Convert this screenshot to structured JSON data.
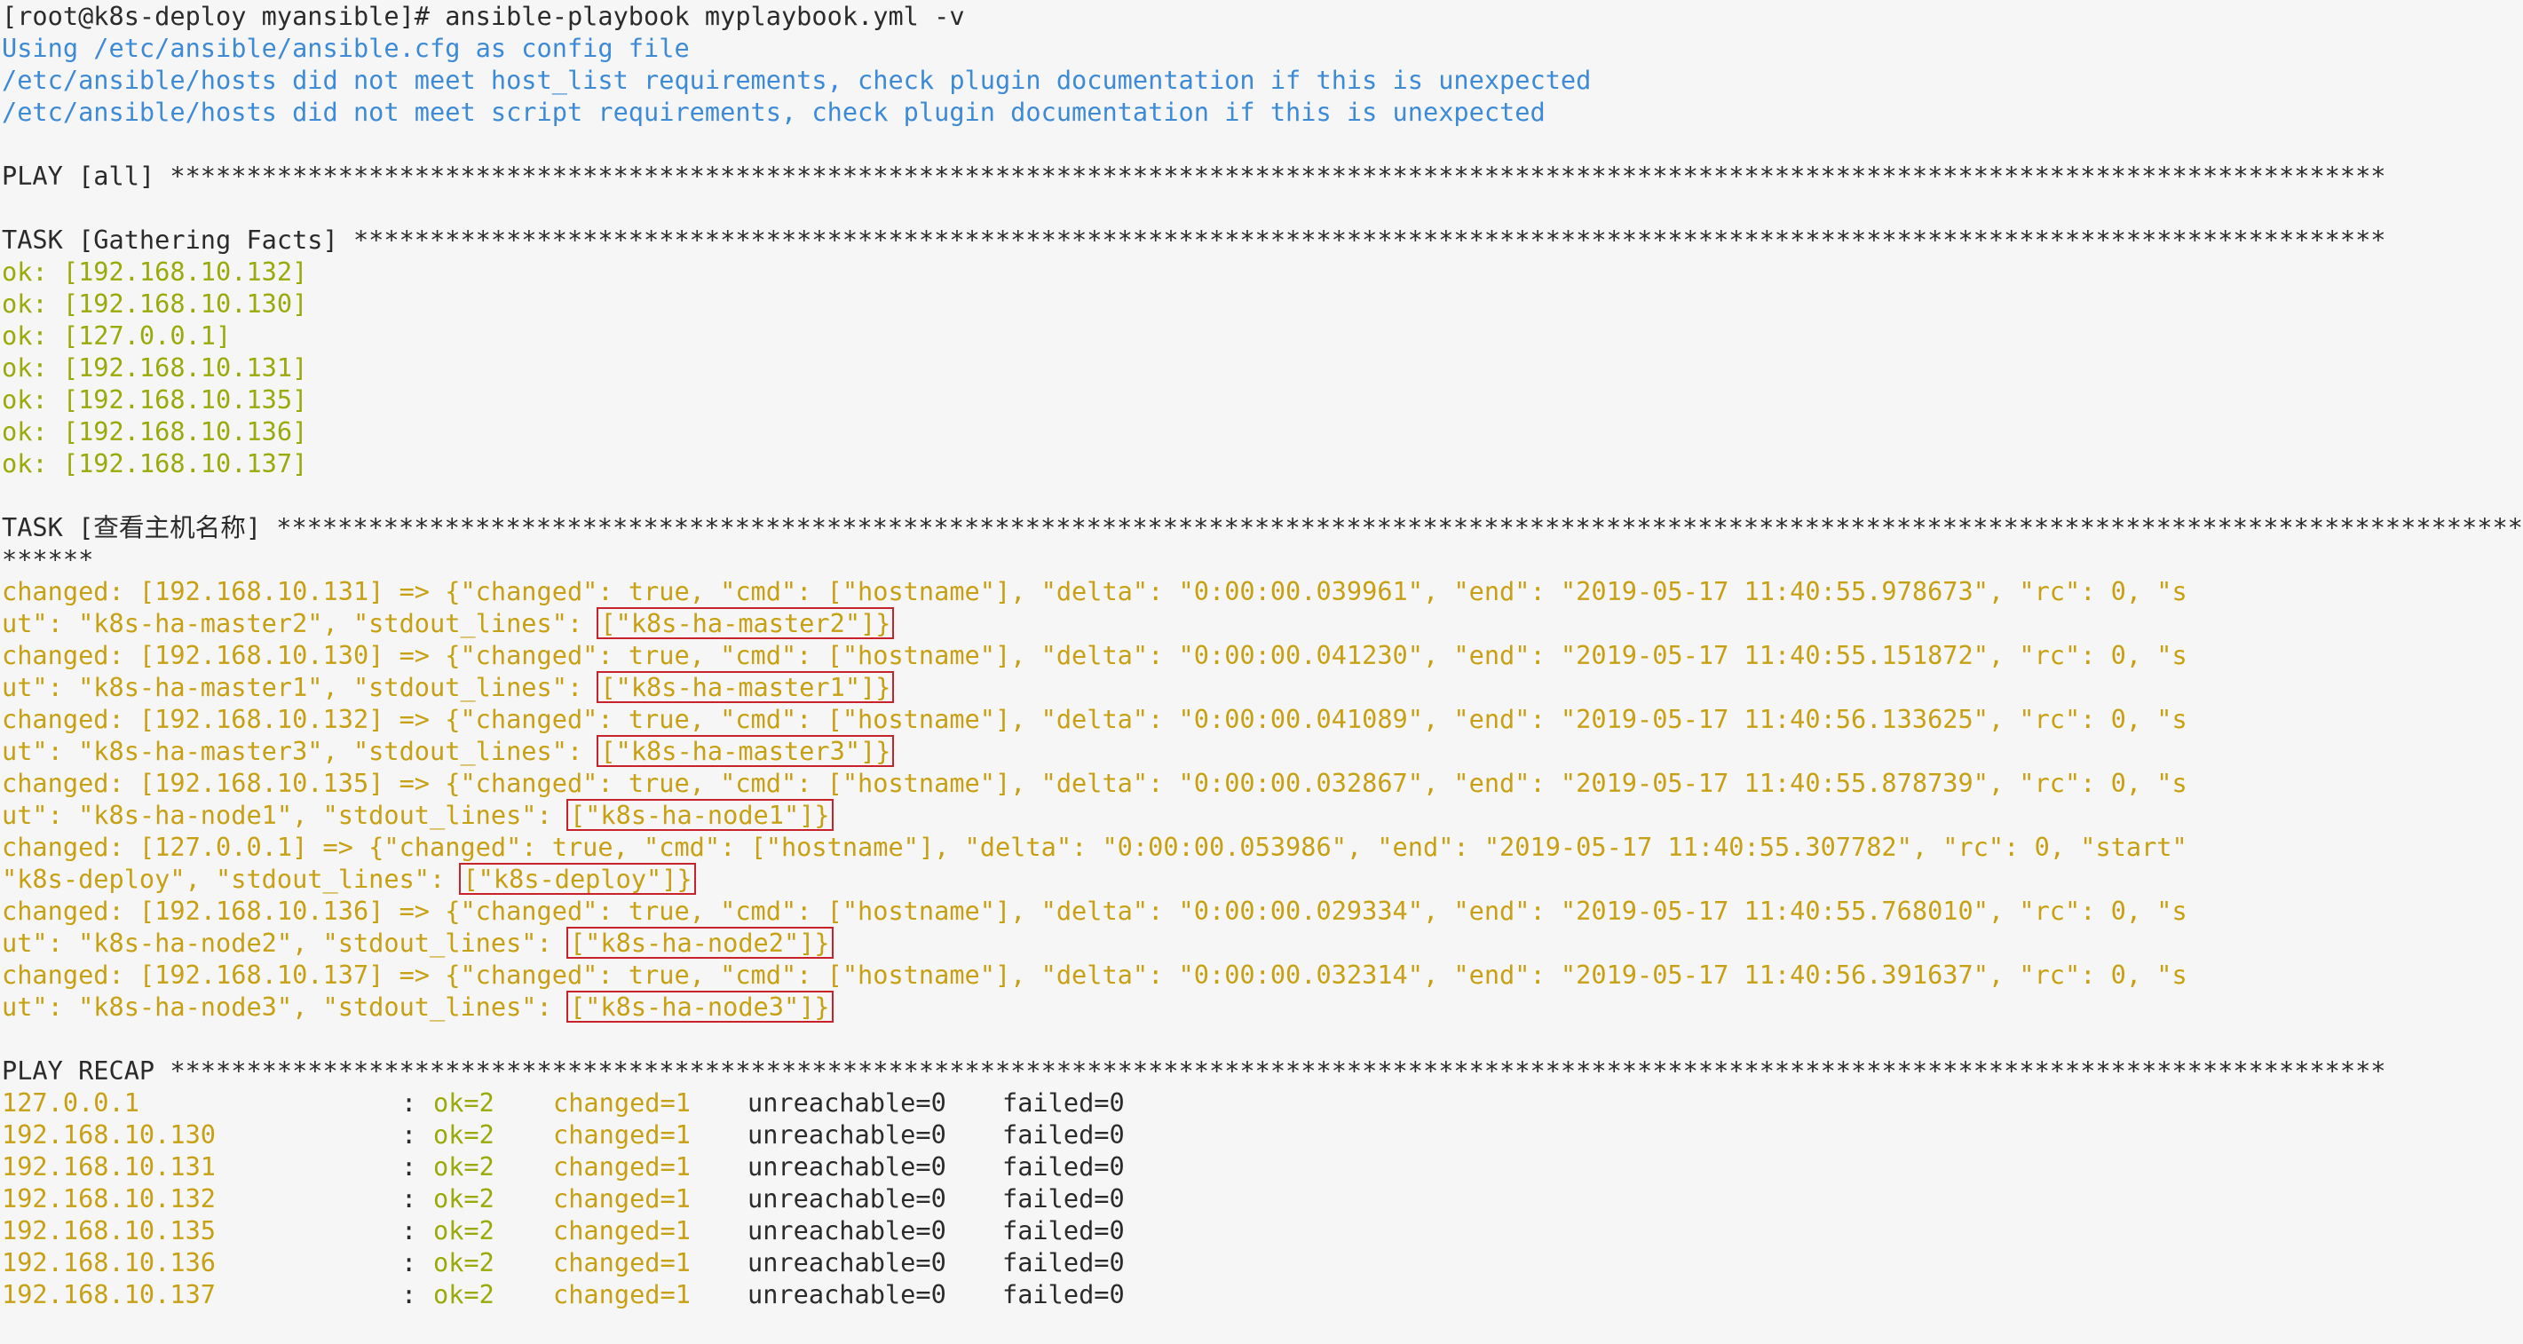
{
  "prompt": {
    "text": "[root@k8s-deploy myansible]# ansible-playbook myplaybook.yml -v"
  },
  "config_lines": [
    "Using /etc/ansible/ansible.cfg as config file",
    "/etc/ansible/hosts did not meet host_list requirements, check plugin documentation if this is unexpected",
    "/etc/ansible/hosts did not meet script requirements, check plugin documentation if this is unexpected"
  ],
  "play_header": "PLAY [all] *************************************************************************************************************************************************",
  "task1_header": "TASK [Gathering Facts] *************************************************************************************************************************************",
  "facts_ok": [
    "ok: [192.168.10.132]",
    "ok: [192.168.10.130]",
    "ok: [127.0.0.1]",
    "ok: [192.168.10.131]",
    "ok: [192.168.10.135]",
    "ok: [192.168.10.136]",
    "ok: [192.168.10.137]"
  ],
  "task2_header": "TASK [查看主机名称] ***************************************************************************************************************************************************",
  "task2_header_cont": "******",
  "changed_results": [
    {
      "line1": "changed: [192.168.10.131] => {\"changed\": true, \"cmd\": [\"hostname\"], \"delta\": \"0:00:00.039961\", \"end\": \"2019-05-17 11:40:55.978673\", \"rc\": 0, \"s",
      "line2_pre": "ut\": \"k8s-ha-master2\", \"stdout_lines\": ",
      "line2_hl": "[\"k8s-ha-master2\"]}"
    },
    {
      "line1": "changed: [192.168.10.130] => {\"changed\": true, \"cmd\": [\"hostname\"], \"delta\": \"0:00:00.041230\", \"end\": \"2019-05-17 11:40:55.151872\", \"rc\": 0, \"s",
      "line2_pre": "ut\": \"k8s-ha-master1\", \"stdout_lines\": ",
      "line2_hl": "[\"k8s-ha-master1\"]}"
    },
    {
      "line1": "changed: [192.168.10.132] => {\"changed\": true, \"cmd\": [\"hostname\"], \"delta\": \"0:00:00.041089\", \"end\": \"2019-05-17 11:40:56.133625\", \"rc\": 0, \"s",
      "line2_pre": "ut\": \"k8s-ha-master3\", \"stdout_lines\": ",
      "line2_hl": "[\"k8s-ha-master3\"]}"
    },
    {
      "line1": "changed: [192.168.10.135] => {\"changed\": true, \"cmd\": [\"hostname\"], \"delta\": \"0:00:00.032867\", \"end\": \"2019-05-17 11:40:55.878739\", \"rc\": 0, \"s",
      "line2_pre": "ut\": \"k8s-ha-node1\", \"stdout_lines\": ",
      "line2_hl": "[\"k8s-ha-node1\"]}"
    },
    {
      "line1": "changed: [127.0.0.1] => {\"changed\": true, \"cmd\": [\"hostname\"], \"delta\": \"0:00:00.053986\", \"end\": \"2019-05-17 11:40:55.307782\", \"rc\": 0, \"start\"",
      "line2_pre": "\"k8s-deploy\", \"stdout_lines\": ",
      "line2_hl": "[\"k8s-deploy\"]}"
    },
    {
      "line1": "changed: [192.168.10.136] => {\"changed\": true, \"cmd\": [\"hostname\"], \"delta\": \"0:00:00.029334\", \"end\": \"2019-05-17 11:40:55.768010\", \"rc\": 0, \"s",
      "line2_pre": "ut\": \"k8s-ha-node2\", \"stdout_lines\": ",
      "line2_hl": "[\"k8s-ha-node2\"]}"
    },
    {
      "line1": "changed: [192.168.10.137] => {\"changed\": true, \"cmd\": [\"hostname\"], \"delta\": \"0:00:00.032314\", \"end\": \"2019-05-17 11:40:56.391637\", \"rc\": 0, \"s",
      "line2_pre": "ut\": \"k8s-ha-node3\", \"stdout_lines\": ",
      "line2_hl": "[\"k8s-ha-node3\"]}"
    }
  ],
  "recap_header": "PLAY RECAP *************************************************************************************************************************************************",
  "recap_rows": [
    {
      "host": "127.0.0.1",
      "colon": ":",
      "ok": "ok=2",
      "changed": "changed=1",
      "unreachable": "unreachable=0",
      "failed": "failed=0"
    },
    {
      "host": "192.168.10.130",
      "colon": ":",
      "ok": "ok=2",
      "changed": "changed=1",
      "unreachable": "unreachable=0",
      "failed": "failed=0"
    },
    {
      "host": "192.168.10.131",
      "colon": ":",
      "ok": "ok=2",
      "changed": "changed=1",
      "unreachable": "unreachable=0",
      "failed": "failed=0"
    },
    {
      "host": "192.168.10.132",
      "colon": ":",
      "ok": "ok=2",
      "changed": "changed=1",
      "unreachable": "unreachable=0",
      "failed": "failed=0"
    },
    {
      "host": "192.168.10.135",
      "colon": ":",
      "ok": "ok=2",
      "changed": "changed=1",
      "unreachable": "unreachable=0",
      "failed": "failed=0"
    },
    {
      "host": "192.168.10.136",
      "colon": ":",
      "ok": "ok=2",
      "changed": "changed=1",
      "unreachable": "unreachable=0",
      "failed": "failed=0"
    },
    {
      "host": "192.168.10.137",
      "colon": ":",
      "ok": "ok=2",
      "changed": "changed=1",
      "unreachable": "unreachable=0",
      "failed": "failed=0"
    }
  ],
  "colors": {
    "background": "#f6f6f6",
    "text": "#2b2b2b",
    "info_blue": "#3d8ad6",
    "ok_green": "#9aaa0a",
    "changed_yellow": "#c8a013",
    "highlight_box": "#c8222a"
  }
}
